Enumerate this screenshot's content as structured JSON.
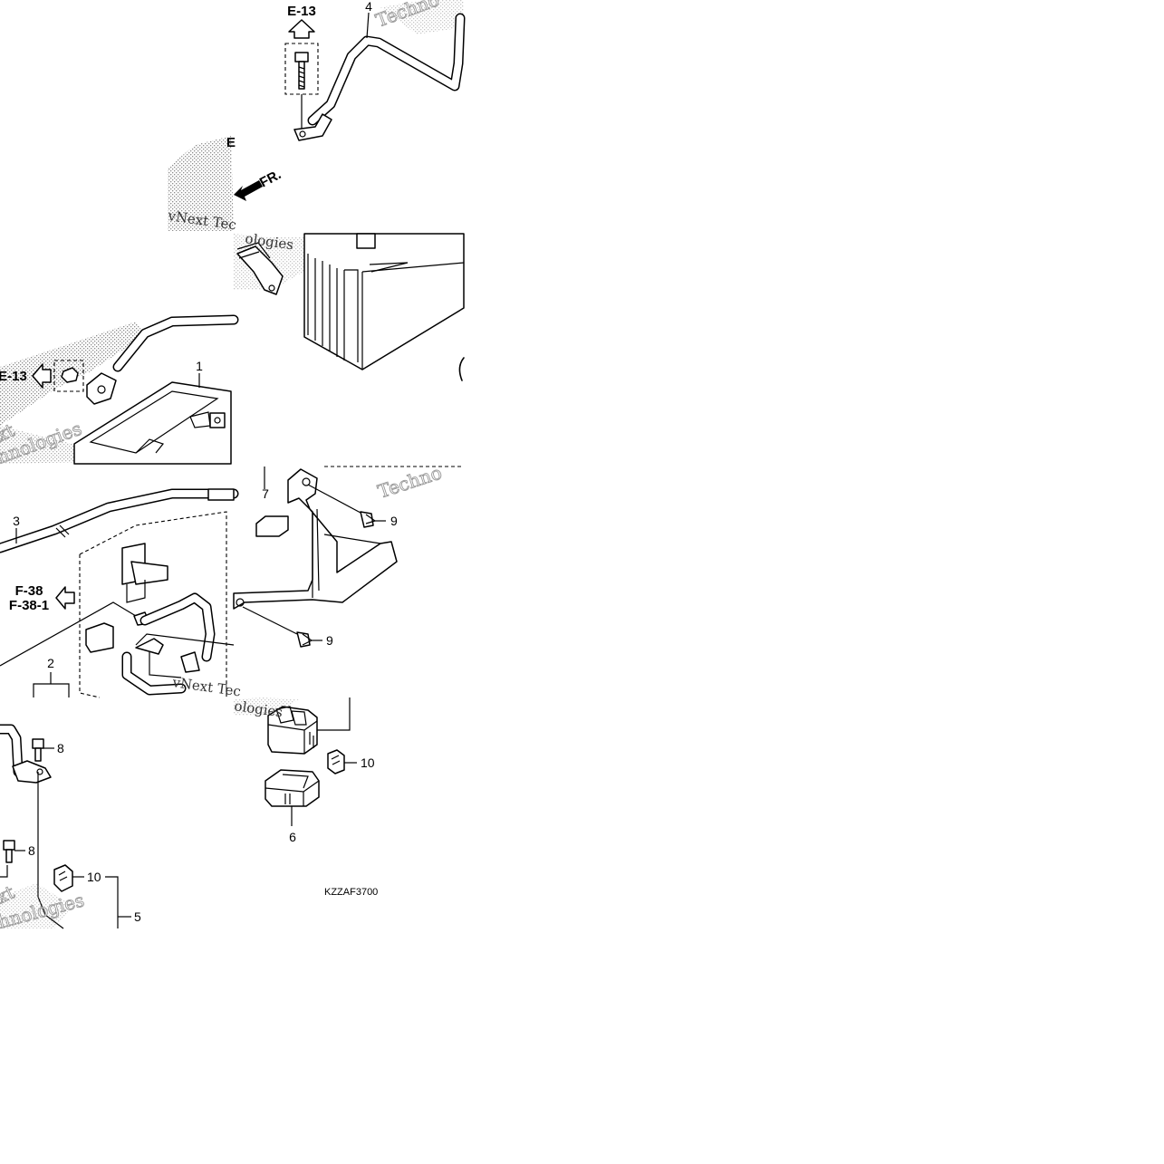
{
  "diagram": {
    "part_code": "KZZAF3700",
    "references": {
      "top": "E-13",
      "left": "E-13",
      "f38": "F-38",
      "f38_1": "F-38-1"
    },
    "front_label": "FR.",
    "callouts": {
      "c1": "1",
      "c2": "2",
      "c3": "3",
      "c4": "4",
      "c5": "5",
      "c6": "6",
      "c7": "7",
      "c8a": "8",
      "c8b": "8",
      "c9a": "9",
      "c9b": "9",
      "c10a": "10",
      "c10b": "10"
    },
    "watermarks": {
      "w1": "Techno",
      "w2": "vNext Tec",
      "w3": "ologies",
      "w4": "xt",
      "w5": "hnologies",
      "w6": "Techno",
      "w7": "vNext Tec",
      "w8": "ologies",
      "w9": "xt",
      "w10": "hnologies"
    },
    "colors": {
      "line": "#000000",
      "background": "#ffffff",
      "stipple": "#9a9a9a"
    }
  }
}
